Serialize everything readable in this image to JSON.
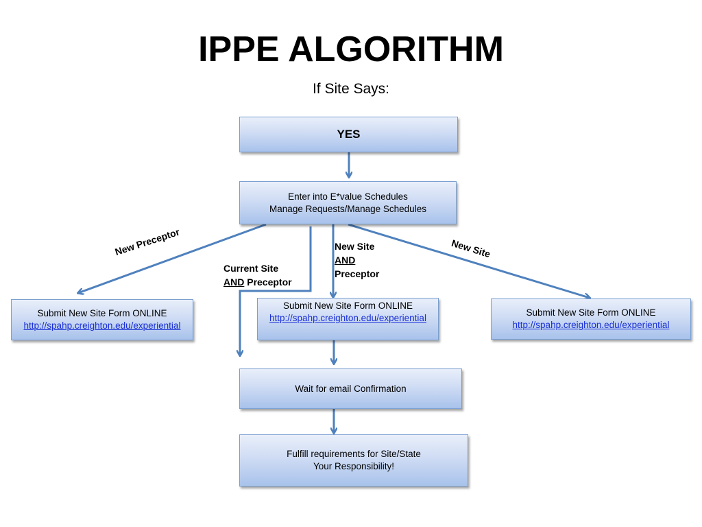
{
  "title": "IPPE ALGORITHM",
  "subtitle": "If Site Says:",
  "boxes": {
    "yes": "YES",
    "evalue_line1": "Enter into E*value Schedules",
    "evalue_line2": "Manage Requests/Manage Schedules",
    "left_form_line1": "Submit New Site Form ONLINE",
    "left_form_link": "http://spahp.creighton.edu/experiential",
    "middle_form_line1": "Submit New Site Form ONLINE",
    "middle_form_link": "http://spahp.creighton.edu/experiential",
    "right_form_line1": "Submit New Site Form ONLINE",
    "right_form_link": "http://spahp.creighton.edu/experiential",
    "wait": "Wait for email Confirmation",
    "fulfill_line1": "Fulfill requirements for Site/State",
    "fulfill_line2": "Your Responsibility!"
  },
  "labels": {
    "new_preceptor": "New Preceptor",
    "current_site_line1": "Current Site",
    "current_site_and": "AND",
    "current_site_rest": " Preceptor",
    "new_site_and_line1": "New Site",
    "new_site_and_and": "AND",
    "new_site_and_line3": "Preceptor",
    "new_site": "New Site"
  },
  "colors": {
    "arrow": "#4f81bd",
    "box_border": "#7a9fd0",
    "link": "#1a2fd6"
  }
}
